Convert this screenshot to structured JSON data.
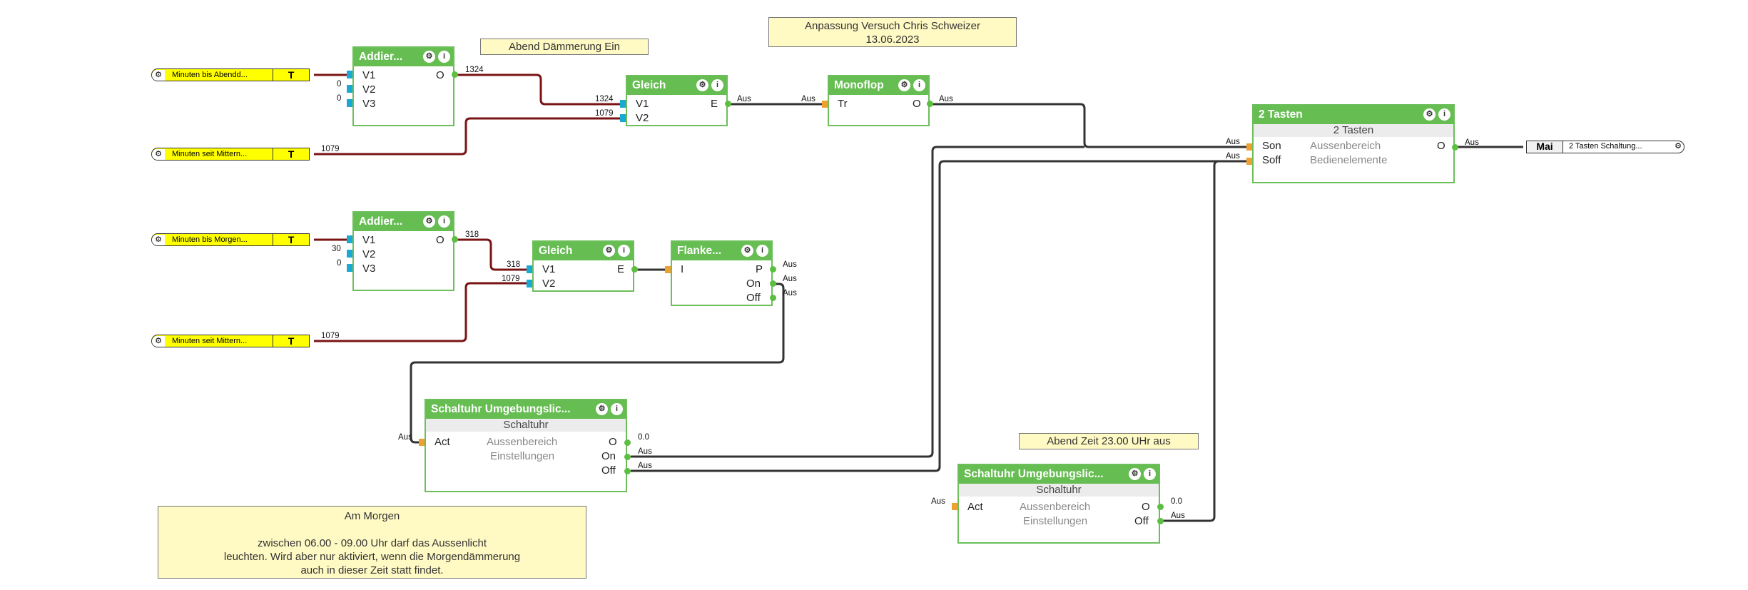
{
  "notes": {
    "anpassung_line1": "Anpassung Versuch Chris Schweizer",
    "anpassung_line2": "13.06.2023",
    "abend_ein": "Abend Dämmerung Ein",
    "abend_aus": "Abend Zeit 23.00 UHr aus",
    "morgen_title": "Am Morgen",
    "morgen_l1": "zwischen 06.00 - 09.00 Uhr darf das Aussenlicht",
    "morgen_l2": "leuchten. Wird aber nur aktiviert, wenn die Morgendämmerung",
    "morgen_l3": "auch in dieser Zeit statt findet."
  },
  "sources": {
    "s1": {
      "label": "Minuten bis Abendd...",
      "type": "T"
    },
    "s2": {
      "label": "Minuten seit Mittern...",
      "type": "T"
    },
    "s3": {
      "label": "Minuten bis Morgen...",
      "type": "T"
    },
    "s4": {
      "label": "Minuten seit Mittern...",
      "type": "T"
    }
  },
  "nodes": {
    "add1": {
      "title": "Addier...",
      "v1": "V1",
      "v2": "V2",
      "v3": "V3",
      "o": "O"
    },
    "add2": {
      "title": "Addier...",
      "v1": "V1",
      "v2": "V2",
      "v3": "V3",
      "o": "O"
    },
    "gleich1": {
      "title": "Gleich",
      "v1": "V1",
      "v2": "V2",
      "e": "E"
    },
    "gleich2": {
      "title": "Gleich",
      "v1": "V1",
      "v2": "V2",
      "e": "E"
    },
    "monoflop": {
      "title": "Monoflop",
      "tr": "Tr",
      "o": "O"
    },
    "flanke": {
      "title": "Flanke...",
      "i": "I",
      "p": "P",
      "on": "On",
      "off": "Off"
    },
    "tasten": {
      "title": "2 Tasten",
      "sub": "2 Tasten",
      "son": "Son",
      "soff": "Soff",
      "c1": "Aussenbereich",
      "c2": "Bedienelemente",
      "o": "O"
    },
    "uhr1": {
      "title": "Schaltuhr  Umgebungslic...",
      "sub": "Schaltuhr",
      "act": "Act",
      "c1": "Aussenbereich",
      "c2": "Einstellungen",
      "o": "O",
      "on": "On",
      "off": "Off"
    },
    "uhr2": {
      "title": "Schaltuhr  Umgebungslic...",
      "sub": "Schaltuhr",
      "act": "Act",
      "c1": "Aussenbereich",
      "c2": "Einstellungen",
      "o": "O",
      "off": "Off"
    }
  },
  "output": {
    "left": "Mai",
    "right": "2 Tasten Schaltung..."
  },
  "values": {
    "add1_o": "1324",
    "add1_v2": "0",
    "add1_v3": "0",
    "s2_out": "1079",
    "g1_v1": "1324",
    "g1_v2": "1079",
    "g1_e": "Aus",
    "mono_in": "Aus",
    "mono_o": "Aus",
    "add2_o": "318",
    "add2_v2": "30",
    "add2_v3": "0",
    "s4_out": "1079",
    "g2_v1": "318",
    "g2_v2": "1079",
    "fl_p": "Aus",
    "fl_on": "Aus",
    "fl_off": "Aus",
    "t_son": "Aus",
    "t_soff": "Aus",
    "t_o": "Aus",
    "u1_act": "Aus",
    "u1_o": "0.0",
    "u1_on": "Aus",
    "u1_off": "Aus",
    "u2_act": "Aus",
    "u2_o": "0.0",
    "u2_off": "Aus"
  },
  "colors": {
    "node_header": "#66bd52",
    "wire_dark": "#333333",
    "wire_red": "#7a1414",
    "source_yellow": "#ffff00",
    "note_yellow": "#fff9c4"
  }
}
